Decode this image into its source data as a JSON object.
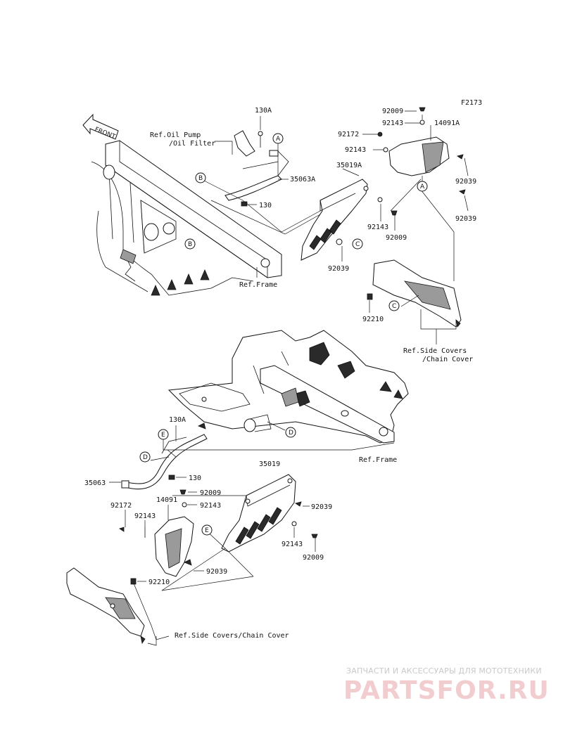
{
  "figure_code": "F2173",
  "front_arrow_label": "FRONT",
  "callout_letters": {
    "a": "A",
    "b": "B",
    "c": "C",
    "d": "D",
    "e": "E"
  },
  "top_assembly": {
    "labels": {
      "p130A": "130A",
      "ref_oil_pump_line1": "Ref.Oil Pump",
      "ref_oil_filter_line2": "/Oil Filter",
      "p35063A": "35063A",
      "p130": "130",
      "ref_frame": "Ref.Frame",
      "p35019A": "35019A",
      "p92143_lower": "92143",
      "p92009_lower": "92009",
      "p92039_c": "92039",
      "p92009_top": "92009",
      "p92143_top": "92143",
      "p14091A": "14091A",
      "p92172": "92172",
      "p92143_mid": "92143",
      "p92039_r1": "92039",
      "p92039_r2": "92039",
      "p92210": "92210",
      "ref_side_covers_line1": "Ref.Side Covers",
      "ref_chain_cover_line2": "/Chain Cover"
    }
  },
  "bottom_assembly": {
    "labels": {
      "p130A": "130A",
      "ref_frame": "Ref.Frame",
      "p35019": "35019",
      "p35063": "35063",
      "p130": "130",
      "p92009_a": "92009",
      "p92143_a": "92143",
      "p92172": "92172",
      "p14091": "14091",
      "p92143_b": "92143",
      "p92039_a": "92039",
      "p92039_b": "92039",
      "p92143_c": "92143",
      "p92009_b": "92009",
      "p92210": "92210",
      "ref_side_covers_chain": "Ref.Side Covers/Chain Cover"
    }
  },
  "watermark": {
    "tagline": "ЗАПЧАСТИ И АКСЕССУАРЫ ДЛЯ МОТОТЕХНИКИ",
    "brand": "PARTSFOR.RU"
  },
  "colors": {
    "ink": "#111111",
    "watermark_logo": "#f1cdd0",
    "watermark_text": "#c9c9c9"
  }
}
